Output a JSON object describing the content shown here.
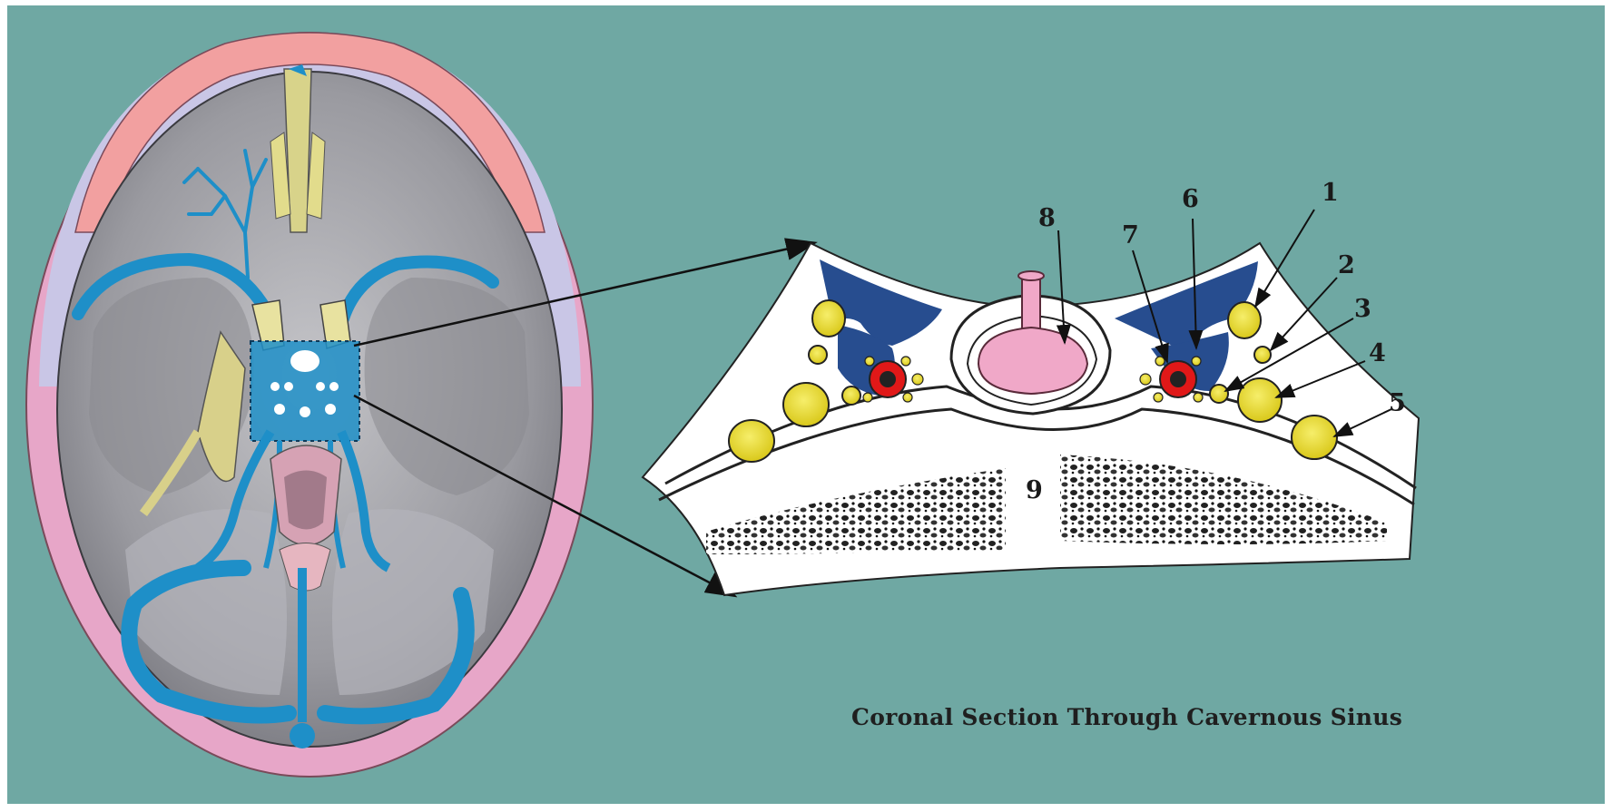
{
  "caption": "Coronal Section Through Cavernous Sinus",
  "labels": {
    "n1": "1",
    "n2": "2",
    "n3": "3",
    "n4": "4",
    "n5": "5",
    "n6": "6",
    "n7": "7",
    "n8": "8",
    "n9": "9"
  },
  "colors": {
    "background": "#6fa8a3",
    "venous_sinus": "#1e8fc8",
    "cavernous_sinus_section": "#274d8f",
    "nerve": "#e8dc2a",
    "artery": "#e01818",
    "pituitary": "#f0a8c8",
    "bone_rim_top": "#f2a0a0",
    "bone_rim_side": "#c9c6e6"
  }
}
